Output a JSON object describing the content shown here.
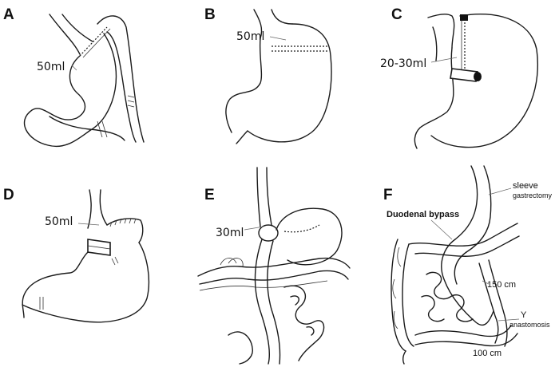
{
  "panels": [
    {
      "letter": "A",
      "volume": "50ml"
    },
    {
      "letter": "B",
      "volume": "50ml"
    },
    {
      "letter": "C",
      "volume": "20-30ml"
    },
    {
      "letter": "D",
      "volume": "50ml"
    },
    {
      "letter": "E",
      "volume": "30ml"
    },
    {
      "letter": "F",
      "labels": {
        "sleeve": "sleeve",
        "gastrectomy": "gastrectomy",
        "duodenal_bypass": "Duodenal bypass",
        "limb_150": "150 cm",
        "y": "Y",
        "anastomosis": "anastomosis",
        "limb_100": "100 cm"
      }
    }
  ]
}
